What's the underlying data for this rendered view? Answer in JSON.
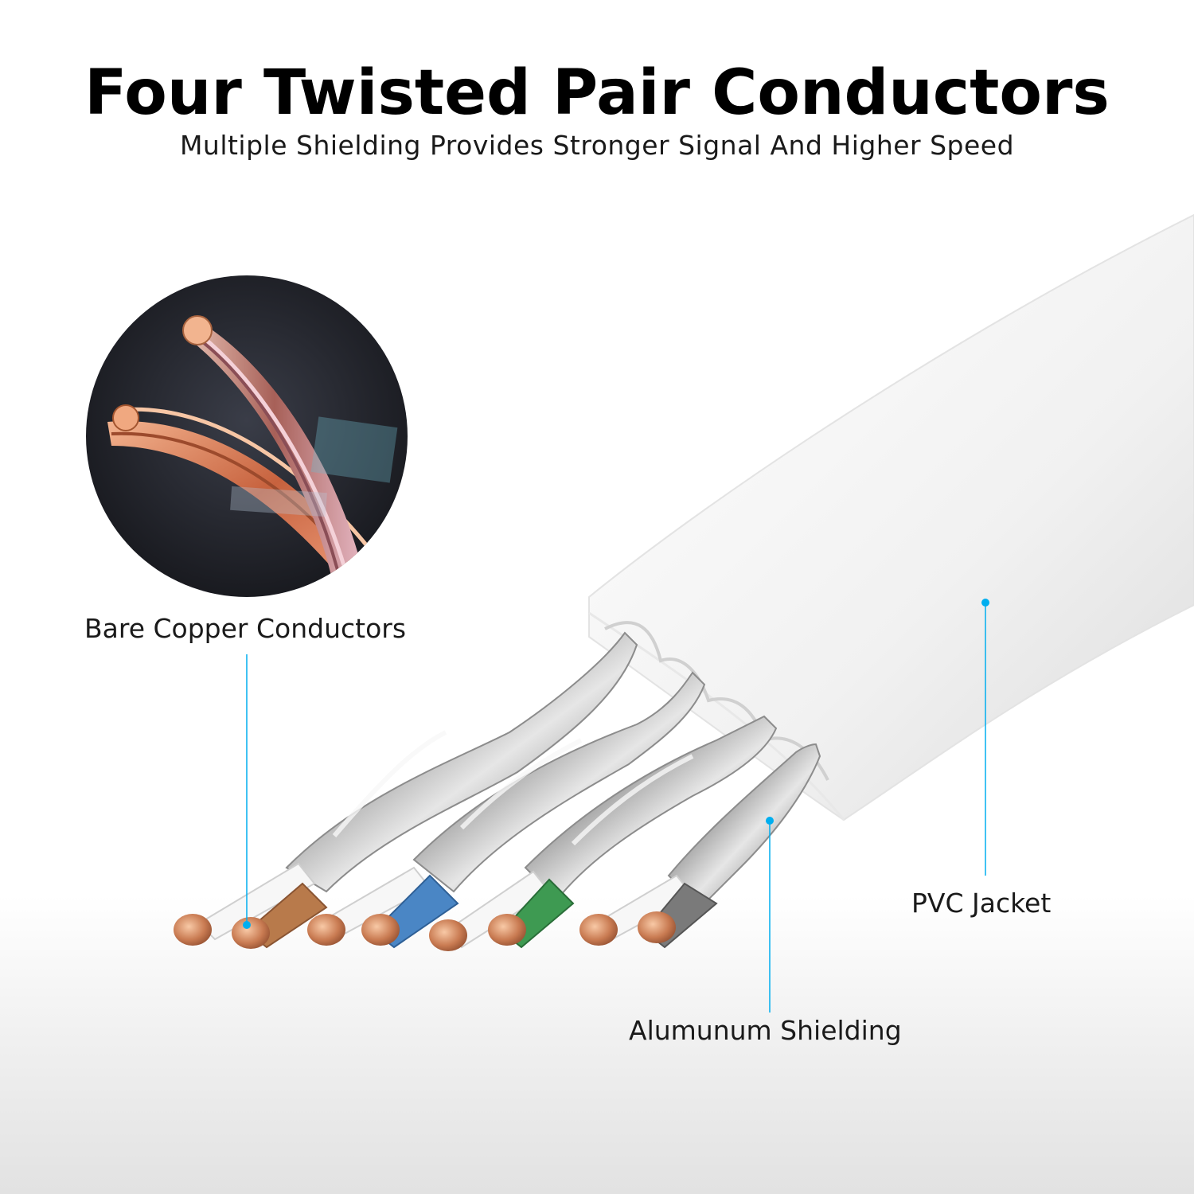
{
  "header": {
    "title": "Four Twisted Pair Conductors",
    "subtitle": "Multiple Shielding Provides Stronger Signal And Higher Speed"
  },
  "callouts": {
    "copper": "Bare Copper Conductors",
    "jacket": "PVC Jacket",
    "shielding": "Alumunum Shielding"
  },
  "colors": {
    "accent": "#00aeef",
    "pair_colors": [
      "#b87a4b",
      "#4a86c5",
      "#3e9a52",
      "#7a7a7a"
    ]
  }
}
